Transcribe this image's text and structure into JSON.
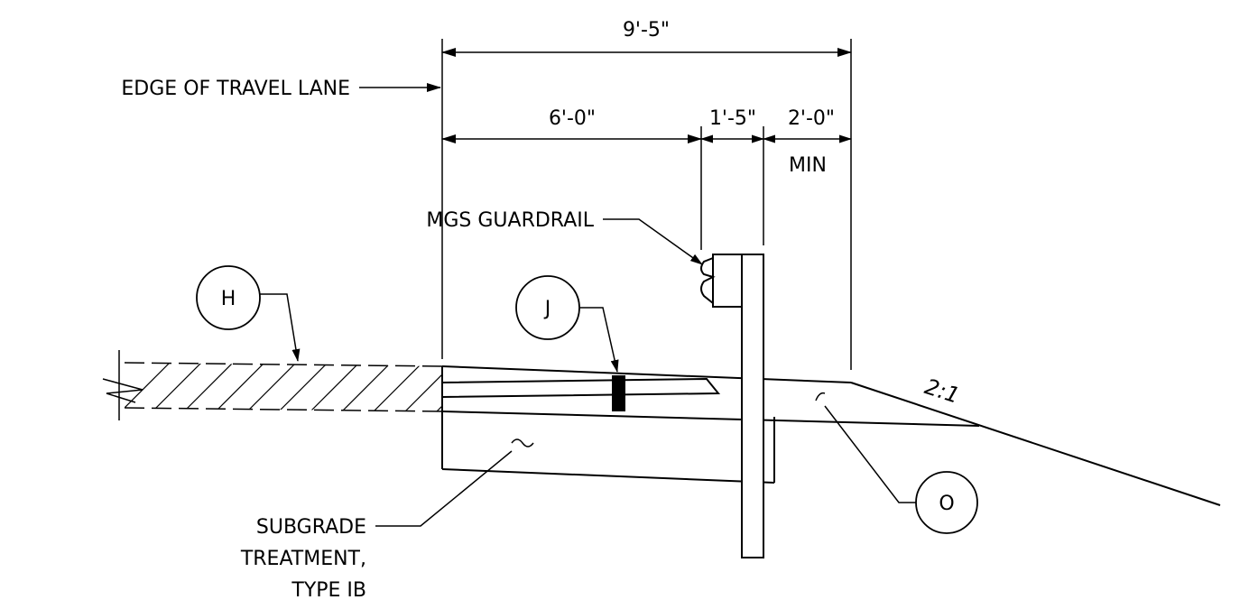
{
  "dimensions": {
    "overall": "9'-5\"",
    "lane_offset": "6'-0\"",
    "post_width": "1'-5\"",
    "behind_post": "2'-0\"",
    "behind_post_note": "MIN"
  },
  "labels": {
    "edge_of_travel_lane": "EDGE OF TRAVEL LANE",
    "mgs_guardrail": "MGS GUARDRAIL",
    "subgrade_line1": "SUBGRADE",
    "subgrade_line2": "TREATMENT,",
    "subgrade_line3": "TYPE IB",
    "slope": "2:1"
  },
  "callouts": {
    "h": "H",
    "j": "J",
    "o": "O"
  }
}
